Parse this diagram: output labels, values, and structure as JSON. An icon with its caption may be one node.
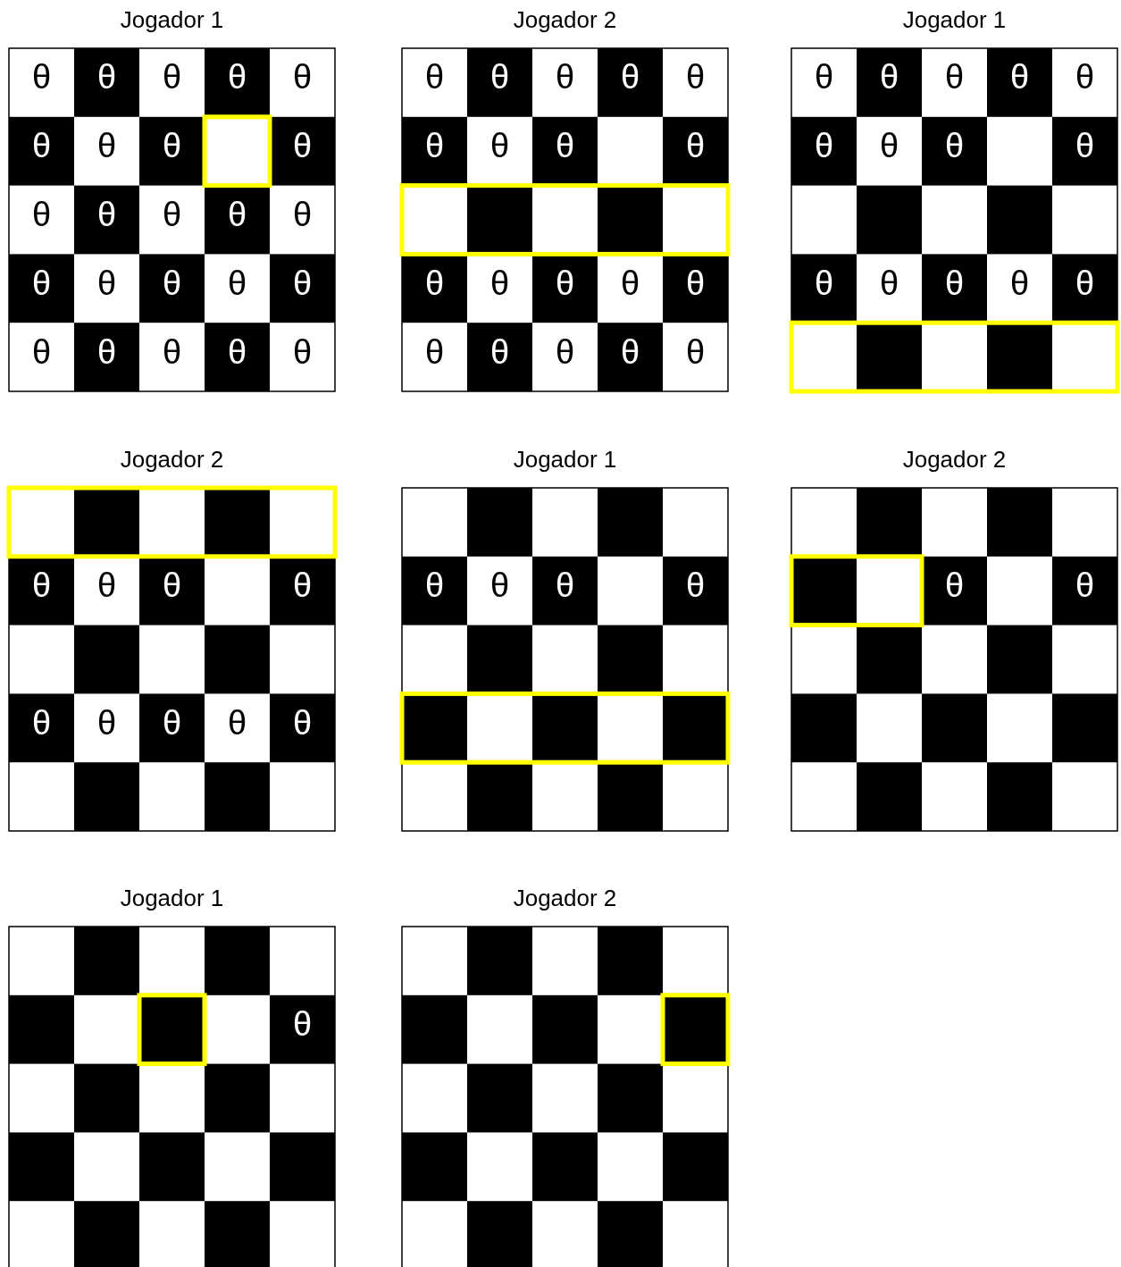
{
  "diagram": {
    "nodes": [
      {
        "text": [
          "Jogador 1"
        ]
      },
      {
        "text": [
          "Jogador 2"
        ]
      },
      {
        "text": [
          "Jogador 1"
        ]
      },
      {
        "text": [
          "Jogador 2"
        ]
      },
      {
        "text": [
          "Jogador 1"
        ]
      },
      {
        "text": [
          "Jogador 2"
        ]
      },
      {
        "text": [
          "Jogador 1"
        ]
      },
      {
        "text": [
          "Jogador 2"
        ]
      }
    ],
    "edges": [],
    "labels": [
      "θ",
      "θ",
      "θ",
      "θ",
      "θ",
      "θ",
      "θ",
      "θ",
      "θ",
      "θ",
      "θ",
      "θ",
      "θ",
      "θ",
      "θ",
      "θ",
      "θ",
      "θ",
      "θ",
      "θ",
      "θ",
      "θ",
      "θ",
      "θ",
      "θ",
      "θ",
      "θ",
      "θ",
      "θ",
      "θ",
      "θ",
      "θ",
      "θ",
      "θ",
      "θ",
      "θ",
      "θ",
      "θ",
      "θ",
      "θ",
      "θ",
      "θ",
      "θ",
      "θ",
      "θ",
      "θ",
      "θ",
      "θ",
      "θ",
      "θ",
      "θ",
      "θ",
      "θ",
      "θ",
      "θ",
      "θ",
      "θ",
      "θ",
      "θ",
      "θ",
      "θ",
      "θ",
      "θ",
      "θ",
      "θ",
      "θ",
      "θ",
      "θ",
      "θ",
      "θ",
      "θ",
      "θ",
      "θ"
    ]
  }
}
